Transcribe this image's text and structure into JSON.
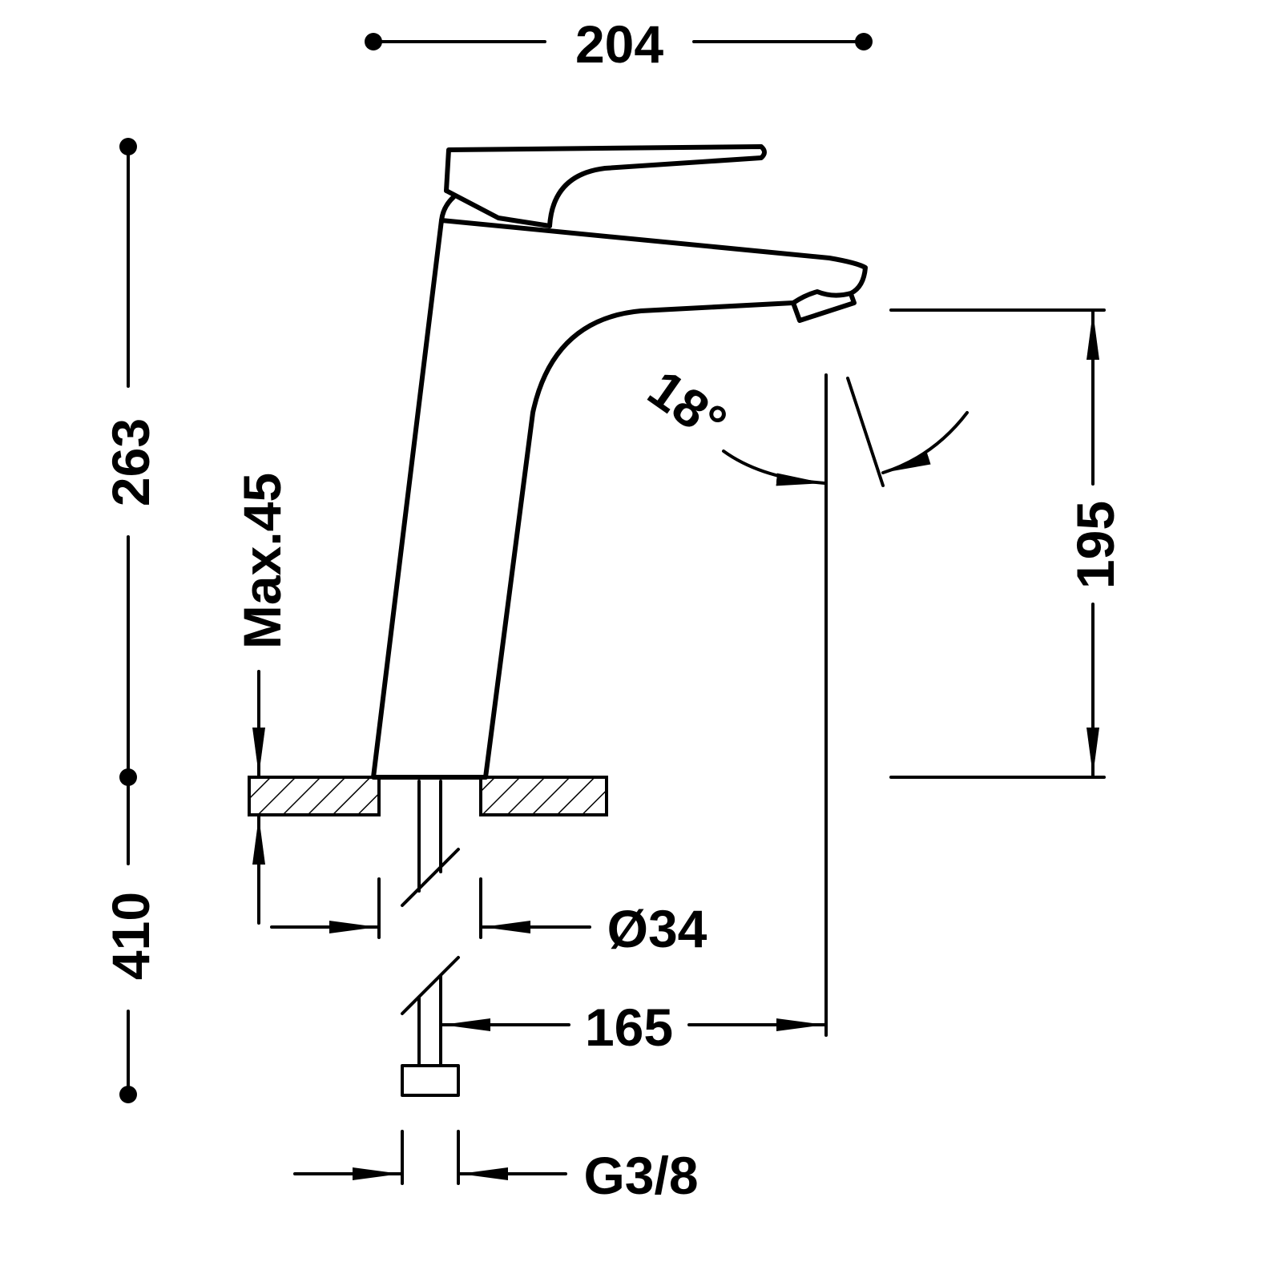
{
  "drawing": {
    "title": "Faucet dimensional drawing",
    "dimensions": {
      "overall_width": "204",
      "overall_height": "263",
      "spout_height": "195",
      "max_deck_thickness": "Max.45",
      "hose_length": "410",
      "hole_diameter": "Ø34",
      "spout_reach": "165",
      "connection_thread": "G3/8",
      "spout_angle": "18°"
    },
    "colors": {
      "line": "#000000",
      "background": "#ffffff"
    }
  }
}
